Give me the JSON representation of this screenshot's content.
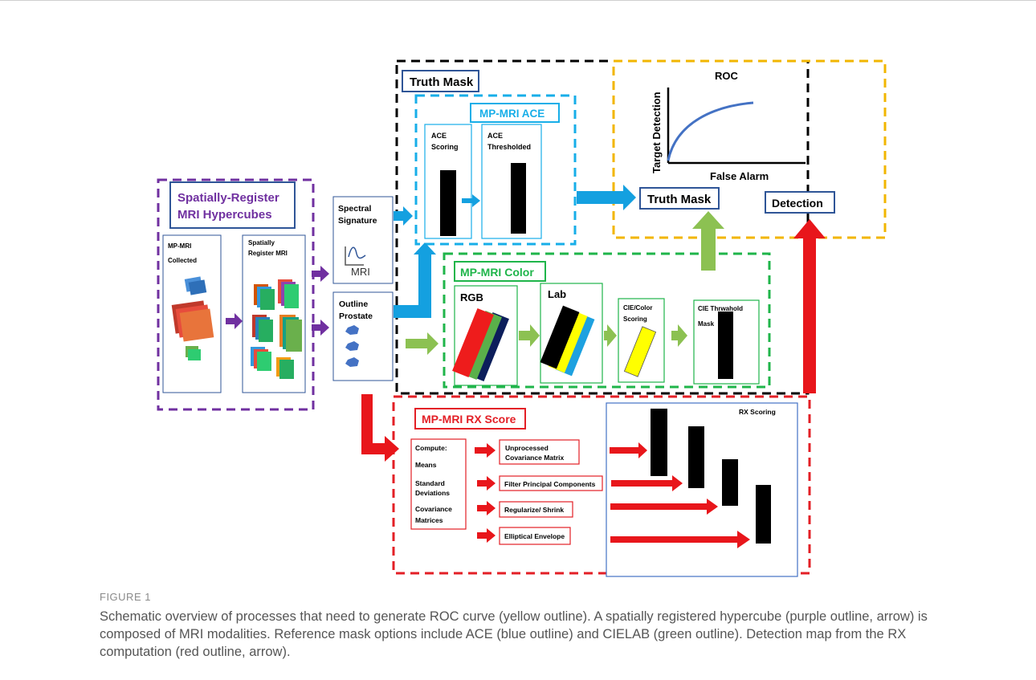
{
  "diagram": {
    "truth_mask_title": "Truth Mask",
    "ace": {
      "title": "MP-MRI ACE",
      "scoring_line1": "ACE",
      "scoring_line2": "Scoring",
      "thresholded_line1": "ACE",
      "thresholded_line2": "Thresholded"
    },
    "roc": {
      "title": "ROC",
      "y_axis_label": "Target Detection",
      "x_axis_label": "False Alarm",
      "truth_mask_label": "Truth Mask",
      "detection_label": "Detection"
    },
    "hypercube": {
      "title_line1": "Spatially-Register",
      "title_line2": "MRI Hypercubes",
      "collected_line1": "MP-MRI",
      "collected_line2": "Collected",
      "register_line1": "Spatially",
      "register_line2": "Register MRI"
    },
    "spectral": {
      "line1": "Spectral",
      "line2": "Signature",
      "mri_label": "MRI"
    },
    "outline": {
      "line1": "Outline",
      "line2": "Prostate"
    },
    "color": {
      "title": "MP-MRI Color",
      "rgb": "RGB",
      "lab": "Lab",
      "cie_line1": "CIE/Color",
      "cie_line2": "Scoring",
      "thresh_line1": "CIE Thrwahold",
      "thresh_line2": "Mask"
    },
    "rx": {
      "title": "MP-MRI RX Score",
      "compute": "Compute:",
      "means": "Means",
      "std_line1": "Standard",
      "std_line2": "Deviations",
      "cov_line1": "Covariance",
      "cov_line2": "Matrices",
      "step1_line1": "Unprocessed",
      "step1_line2": "Covariance Matrix",
      "step2": "Filter Principal Components",
      "step3": "Regularize/ Shrink",
      "step4": "Elliptical Envelope",
      "scoring_label": "RX Scoring"
    },
    "colors": {
      "truth_mask_outline": "#000000",
      "ace_outline": "#17aee8",
      "roc_outline": "#f2b600",
      "hypercube_outline": "#7030a0",
      "color_outline": "#1fb54a",
      "rx_outline": "#e31f26",
      "title_box_border": "#2f5597",
      "blue_arrow": "#14a0e0",
      "green_arrow": "#8cc152",
      "purple_arrow": "#7030a0",
      "red_arrow": "#e8161b"
    }
  },
  "figure": {
    "label": "FIGURE 1",
    "caption": "Schematic overview of processes that need to generate ROC curve (yellow outline). A spatially registered hypercube (purple outline, arrow) is composed of MRI modalities. Reference mask options include ACE (blue outline) and CIELAB (green outline). Detection map from the RX computation (red outline, arrow)."
  }
}
